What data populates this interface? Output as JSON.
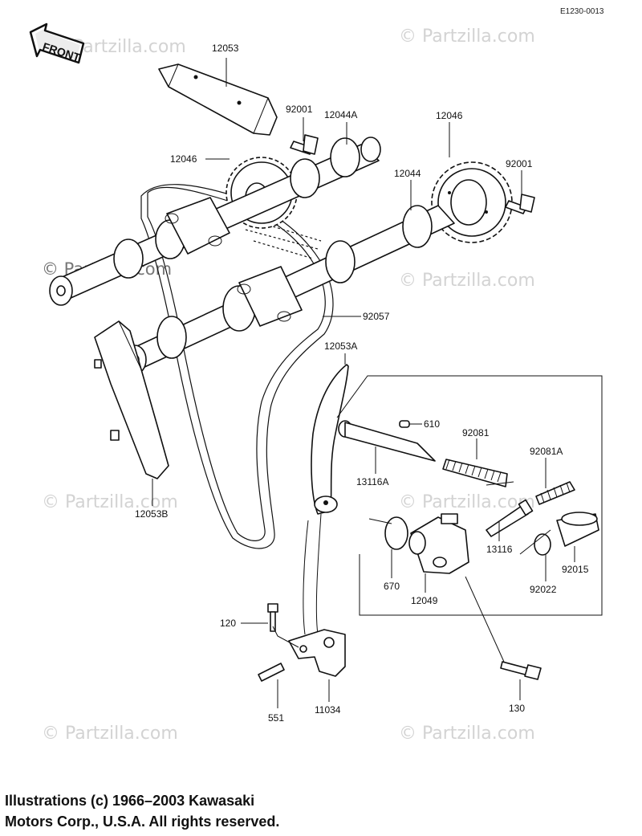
{
  "diagram": {
    "code": "E1230-0013",
    "front_label": "FRONT",
    "parts": {
      "p12053": "12053",
      "p92001_top": "92001",
      "p12044A": "12044A",
      "p12046_left": "12046",
      "p12046_right": "12046",
      "p92001_right": "92001",
      "p12044": "12044",
      "p92057": "92057",
      "p12053A": "12053A",
      "p610": "610",
      "p92081": "92081",
      "p92081A": "92081A",
      "p13116A": "13116A",
      "p12053B": "12053B",
      "p13116": "13116",
      "p670": "670",
      "p12049": "12049",
      "p92022": "92022",
      "p92015": "92015",
      "p120": "120",
      "p551": "551",
      "p11034": "11034",
      "p130": "130"
    },
    "watermarks": {
      "faint": "© Partzilla.com",
      "bold": "© Partzilla.com"
    }
  },
  "footer": {
    "copyright_line1": "Illustrations (c) 1966–2003 Kawasaki",
    "copyright_line2": "Motors Corp., U.S.A.  All rights reserved."
  }
}
